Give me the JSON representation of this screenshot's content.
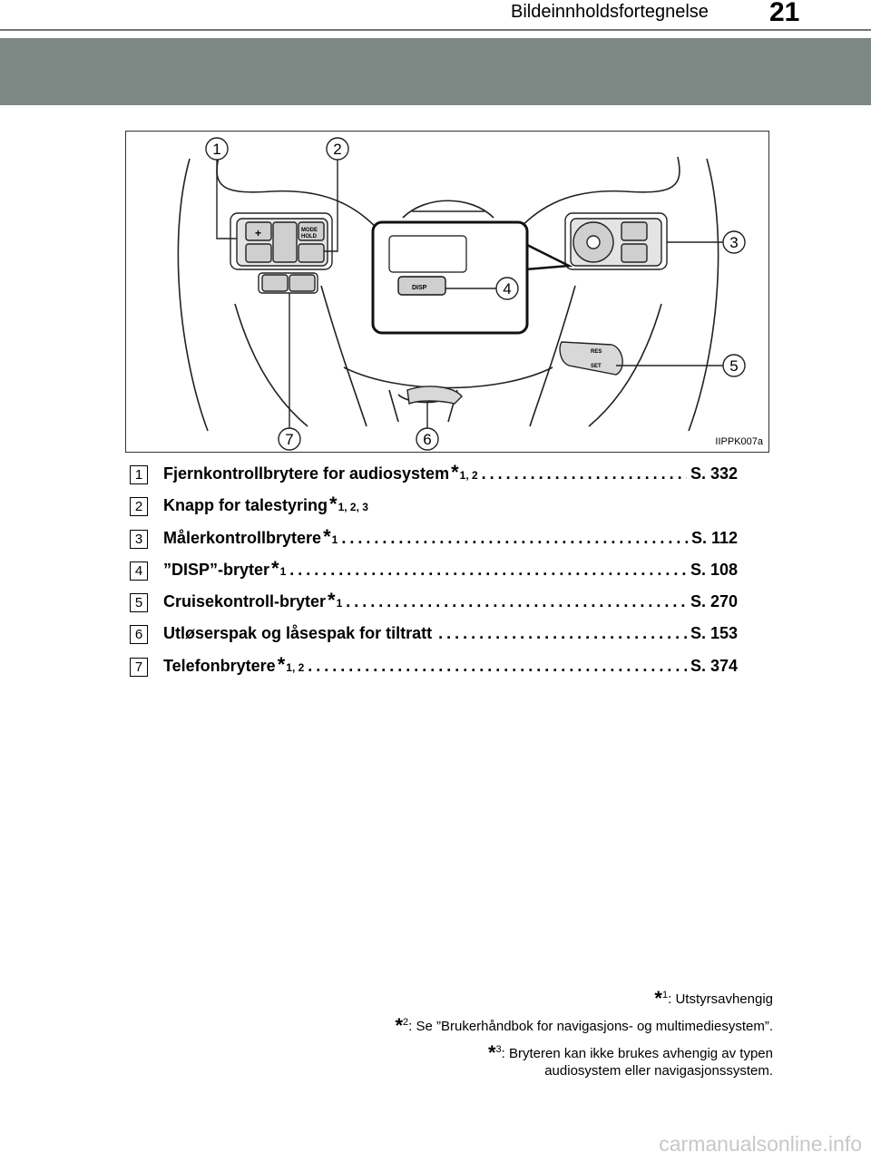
{
  "header": {
    "title": "Bildeinnholdsfortegnelse",
    "page_number": "21"
  },
  "figure": {
    "id_label": "IIPPK007a",
    "callouts": [
      "1",
      "2",
      "3",
      "4",
      "5",
      "6",
      "7"
    ],
    "disp_label": "DISP",
    "button_labels": {
      "mode": "MODE",
      "hold": "HOLD",
      "res": "RES",
      "set": "SET"
    }
  },
  "items": [
    {
      "num": "1",
      "label": "Fjernkontrollbrytere for audiosystem",
      "asterisk": "*",
      "sup": "1, 2",
      "page": "S. 332"
    },
    {
      "num": "2",
      "label": "Knapp for talestyring",
      "asterisk": "*",
      "sup": "1, 2, 3",
      "page": ""
    },
    {
      "num": "3",
      "label": "Målerkontrollbrytere",
      "asterisk": "*",
      "sup": "1",
      "page": "S. 112"
    },
    {
      "num": "4",
      "label": "”DISP”-bryter",
      "asterisk": "*",
      "sup": "1",
      "page": "S. 108"
    },
    {
      "num": "5",
      "label": "Cruisekontroll-bryter",
      "asterisk": "*",
      "sup": "1",
      "page": "S. 270"
    },
    {
      "num": "6",
      "label": "Utløserspak og låsespak for tiltratt",
      "asterisk": "",
      "sup": "",
      "page": "S. 153"
    },
    {
      "num": "7",
      "label": "Telefonbrytere",
      "asterisk": "*",
      "sup": "1, 2",
      "page": "S. 374"
    }
  ],
  "footnotes": [
    {
      "asterisk": "*",
      "sup": "1",
      "text": ": Utstyrsavhengig",
      "text2": ""
    },
    {
      "asterisk": "*",
      "sup": "2",
      "text": ": Se ”Brukerhåndbok for navigasjons- og multimediesystem”.",
      "text2": ""
    },
    {
      "asterisk": "*",
      "sup": "3",
      "text": ": Bryteren kan ikke brukes avhengig av typen",
      "text2": "audiosystem eller navigasjonssystem."
    }
  ],
  "watermark": "carmanualsonline.info"
}
